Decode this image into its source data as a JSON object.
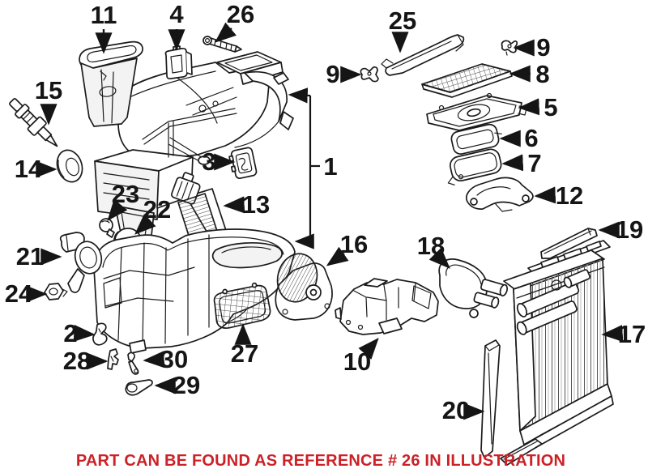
{
  "figure": {
    "callouts": {
      "c1": "1",
      "c2": "2",
      "c3": "3",
      "c4": "4",
      "c5": "5",
      "c6": "6",
      "c7": "7",
      "c8": "8",
      "c9_left": "9",
      "c9_right": "9",
      "c10": "10",
      "c11": "11",
      "c12": "12",
      "c13": "13",
      "c14": "14",
      "c15": "15",
      "c16": "16",
      "c17": "17",
      "c18": "18",
      "c19": "19",
      "c20": "20",
      "c21": "21",
      "c22": "22",
      "c23": "23",
      "c24": "24",
      "c25": "25",
      "c26": "26",
      "c27": "27",
      "c28": "28",
      "c29": "29",
      "c30": "30"
    }
  },
  "caption": {
    "text": "PART CAN BE FOUND AS REFERENCE # 26 IN ILLUSTRATION"
  },
  "colors": {
    "caption_red": "#cc2127",
    "line": "#1b1b1b"
  }
}
